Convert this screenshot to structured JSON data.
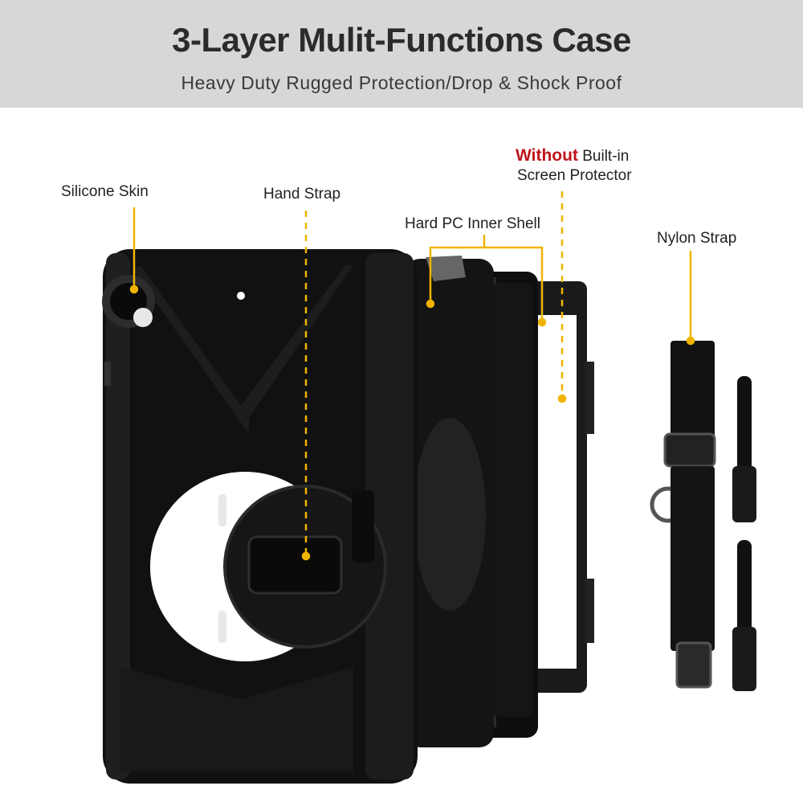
{
  "banner": {
    "title": "3-Layer Mulit-Functions Case",
    "subtitle": "Heavy Duty Rugged Protection/Drop & Shock Proof"
  },
  "labels": {
    "silicone_skin": "Silicone Skin",
    "hand_strap": "Hand Strap",
    "hard_pc_inner_shell": "Hard PC Inner Shell",
    "without": "Without",
    "built_in": "Built-in",
    "screen_protector": "Screen Protector",
    "nylon_strap": "Nylon Strap"
  },
  "colors": {
    "banner_bg": "#d7d7d7",
    "callout": "#f0b400",
    "accent_red": "#c0141c",
    "case": "#111111"
  }
}
